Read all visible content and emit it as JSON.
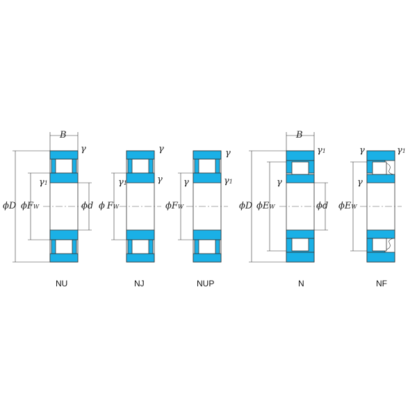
{
  "symbols": {
    "phi": "ϕ",
    "D": "D",
    "d": "d",
    "B": "B",
    "F": "F",
    "E": "E",
    "w": "W",
    "r": "γ",
    "one": "1"
  },
  "types": [
    {
      "key": "nu",
      "label": "NU"
    },
    {
      "key": "nj",
      "label": "NJ"
    },
    {
      "key": "nup",
      "label": "NUP"
    },
    {
      "key": "n",
      "label": "N"
    },
    {
      "key": "nf",
      "label": "NF"
    }
  ],
  "colors": {
    "ring": "#1ab0e6",
    "line": "#333333"
  }
}
